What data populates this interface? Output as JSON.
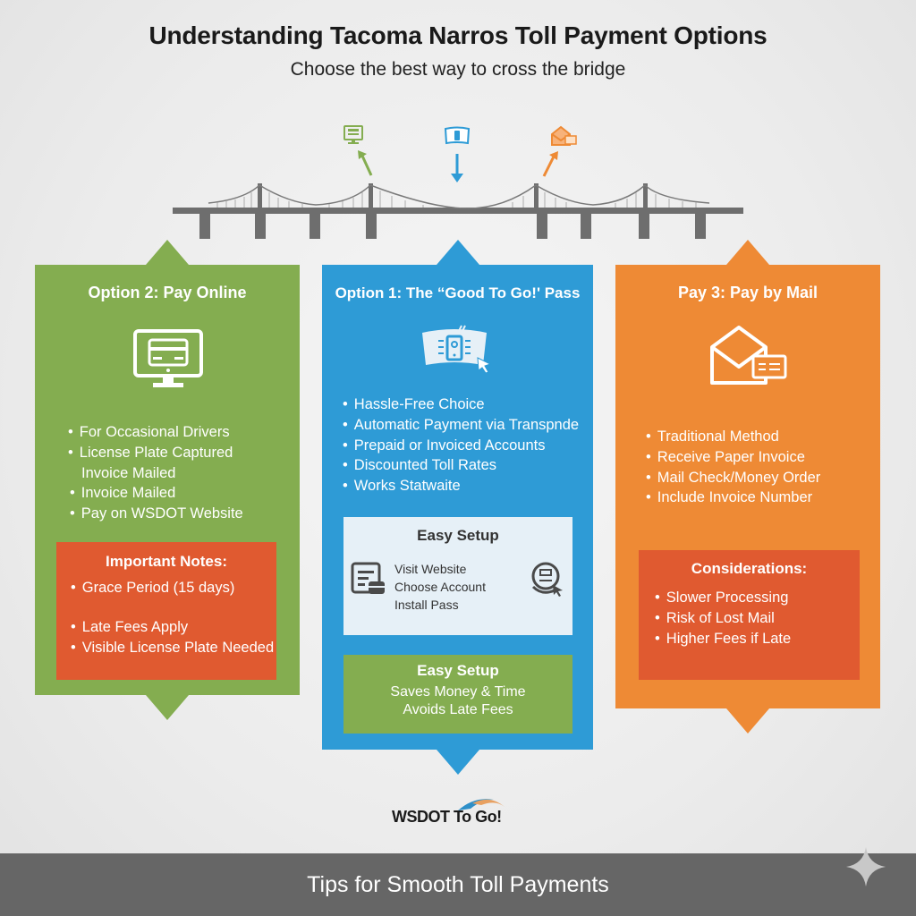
{
  "header": {
    "title": "Understanding Tacoma Narros Toll Payment Options",
    "subtitle": "Choose the best way to cross the bridge"
  },
  "top_icons": [
    {
      "name": "computer-icon",
      "color": "#84ad50"
    },
    {
      "name": "transponder-icon",
      "color": "#2e9bd6"
    },
    {
      "name": "mail-icon",
      "color": "#ee8a35"
    }
  ],
  "colors": {
    "green": "#84ad50",
    "blue": "#2e9bd6",
    "orange": "#ee8a35",
    "red": "#e05a30",
    "light_blue_box": "#e6f0f7",
    "footer_gray": "#666666",
    "bridge_gray": "#6e6e6e"
  },
  "panels": {
    "online": {
      "title": "Option 2: Pay Online",
      "icon": "computer-card-icon",
      "bullets": [
        "For Occasional Drivers",
        "License Plate Captured",
        "Invoice Mailed",
        "Pay on WSDOT Website"
      ],
      "bullet_continuation": "Invoice Mailed",
      "notes": {
        "title": "Important Notes:",
        "bullets": [
          "Grace Period (15 days)",
          "Late Fees Apply",
          "Visible License Plate Needed"
        ]
      }
    },
    "pass": {
      "title": "Option 1: The “Good To Go!' Pass",
      "icon": "transponder-windshield-icon",
      "bullets": [
        "Hassle-Free Choice",
        "Automatic Payment via Transpnde",
        "Prepaid or Invoiced Accounts",
        "Discounted Toll Rates",
        "Works Statwaite"
      ],
      "setup": {
        "title": "Easy Setup",
        "steps": [
          "Visit Website",
          "Choose Account",
          "Install Pass"
        ]
      },
      "benefits": {
        "title": "Easy Setup",
        "lines": [
          "Saves Money & Time",
          "Avoids Late Fees"
        ]
      }
    },
    "mail": {
      "title": "Pay 3: Pay by Mail",
      "icon": "envelope-invoice-icon",
      "bullets": [
        "Traditional Method",
        "Receive Paper Invoice",
        "Mail Check/Money Order",
        "Include Invoice Number"
      ],
      "considerations": {
        "title": "Considerations:",
        "bullets": [
          "Slower Processing",
          "Risk of Lost Mail",
          "Higher Fees if Late"
        ]
      }
    }
  },
  "logo": {
    "text": "WSDOT To Go!"
  },
  "footer": {
    "text": "Tips for Smooth Toll Payments"
  }
}
